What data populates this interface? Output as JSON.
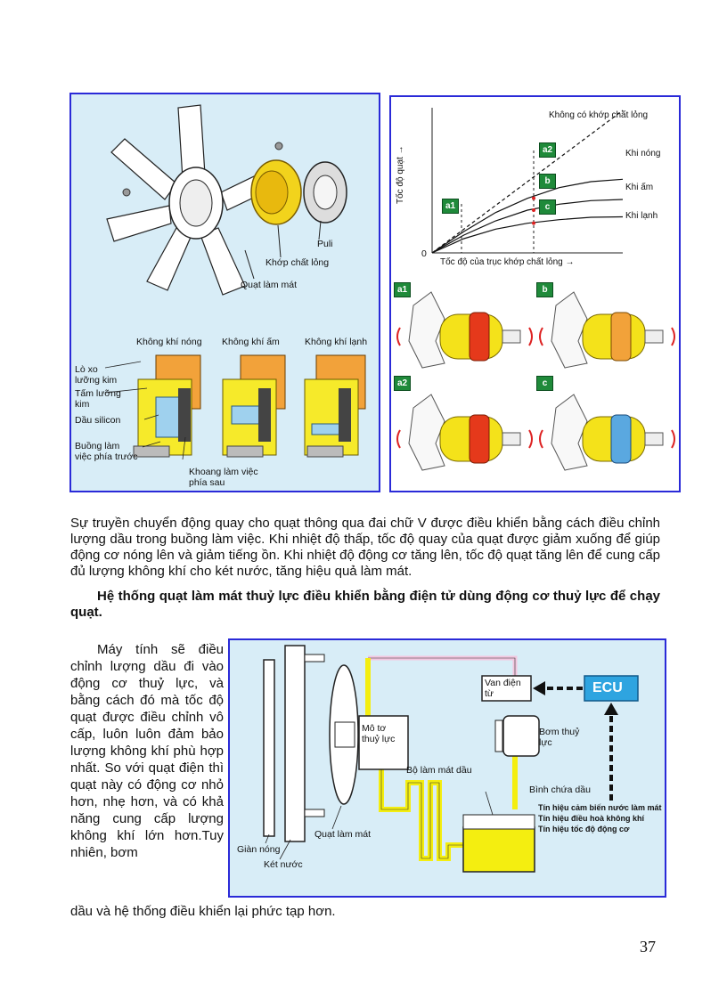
{
  "fig_left": {
    "labels": {
      "puli": "Puli",
      "khop": "Khớp chất lỏng",
      "quat": "Quạt làm mát",
      "khong_khi_nong": "Không khí nóng",
      "khong_khi_am": "Không khí ấm",
      "khong_khi_lanh": "Không khí lạnh",
      "lo_xo_1": "Lò xo",
      "lo_xo_2": "lưỡng kim",
      "tam_1": "Tấm lưỡng",
      "tam_2": "kim",
      "dau": "Dầu silicon",
      "buong_1": "Buồng làm",
      "buong_2": "việc phía trước",
      "khoang_1": "Khoang làm việc",
      "khoang_2": "phía sau"
    }
  },
  "fig_right": {
    "ylabel": "Tốc độ quạt →",
    "xlabel": "Tốc độ của trục khớp chất lỏng →",
    "origin": "0",
    "curve_labels": {
      "none": "Không có khớp chất lỏng",
      "hot": "Khi nóng",
      "warm": "Khi ấm",
      "cold": "Khi lạnh"
    },
    "tags": {
      "a1": "a1",
      "a2": "a2",
      "b": "b",
      "c": "c"
    }
  },
  "chart_data": {
    "type": "line",
    "xlabel": "Tốc độ của trục khớp chất lỏng →",
    "ylabel": "Tốc độ quạt →",
    "x": [
      0,
      1,
      2,
      3,
      4,
      5,
      6
    ],
    "series": [
      {
        "name": "Không có khớp chất lỏng",
        "values": [
          0,
          1.0,
          2.0,
          3.0,
          4.0,
          5.0,
          6.0
        ]
      },
      {
        "name": "Khi nóng",
        "values": [
          0,
          0.9,
          1.7,
          2.3,
          2.75,
          3.0,
          3.1
        ]
      },
      {
        "name": "Khi ấm",
        "values": [
          0,
          0.75,
          1.35,
          1.8,
          2.05,
          2.2,
          2.25
        ]
      },
      {
        "name": "Khi lạnh",
        "values": [
          0,
          0.6,
          1.0,
          1.25,
          1.4,
          1.5,
          1.52
        ]
      }
    ]
  },
  "text": {
    "para1": "Sự truyền chuyển động quay cho quạt thông qua đai chữ V được điều khiển bằng cách điều chỉnh lượng dầu trong buồng làm việc. Khi nhiệt độ thấp, tốc độ quay của quạt được giảm xuống để giúp động cơ nóng lên và giảm tiếng ồn. Khi nhiệt độ động cơ tăng lên, tốc độ quạt tăng lên để cung cấp đủ lượng không khí cho két nước, tăng hiệu quả làm mát.",
    "heading": "Hệ thống quạt làm mát thuỷ lực điều khiển bằng điện tử dùng động cơ thuỷ lực để chạy quạt.",
    "side": "Máy tính sẽ điều chỉnh lượng dầu đi vào động cơ thuỷ lực, và bằng cách đó mà tốc độ quạt được điều chỉnh vô cấp, luôn luôn đảm bảo lượng không khí phù hợp nhất. So với quạt điện thì quạt này có động cơ nhỏ hơn, nhẹ hơn, và có khả năng cung cấp lượng không khí lớn hơn.Tuy nhiên, bơm",
    "last_line": "dầu và hệ thống điều khiển lại phức tạp hơn.",
    "page_number": "37"
  },
  "fig_bottom": {
    "ecu": "ECU",
    "van_1": "Van điện",
    "van_2": "từ",
    "motor_1": "Mô tơ",
    "motor_2": "thuỷ lực",
    "pump_1": "Bơm thuỷ",
    "pump_2": "lực",
    "cooler": "Bộ làm mát dầu",
    "tank": "Bình chứa dầu",
    "fan": "Quạt làm mát",
    "condenser": "Giàn nóng",
    "radiator": "Két nước",
    "sig1": "Tín hiệu cảm biến nước làm mát",
    "sig2": "Tín hiệu điều hoà không khí",
    "sig3": "Tín hiệu tốc độ động cơ"
  },
  "colors": {
    "border": "#2a2ad8",
    "panel_bg": "#d8edf7",
    "oil": "#f4ee10",
    "pipe_top": "#f3c6df",
    "ecu": "#2ea4e0",
    "tag": "#1f8a3a"
  }
}
